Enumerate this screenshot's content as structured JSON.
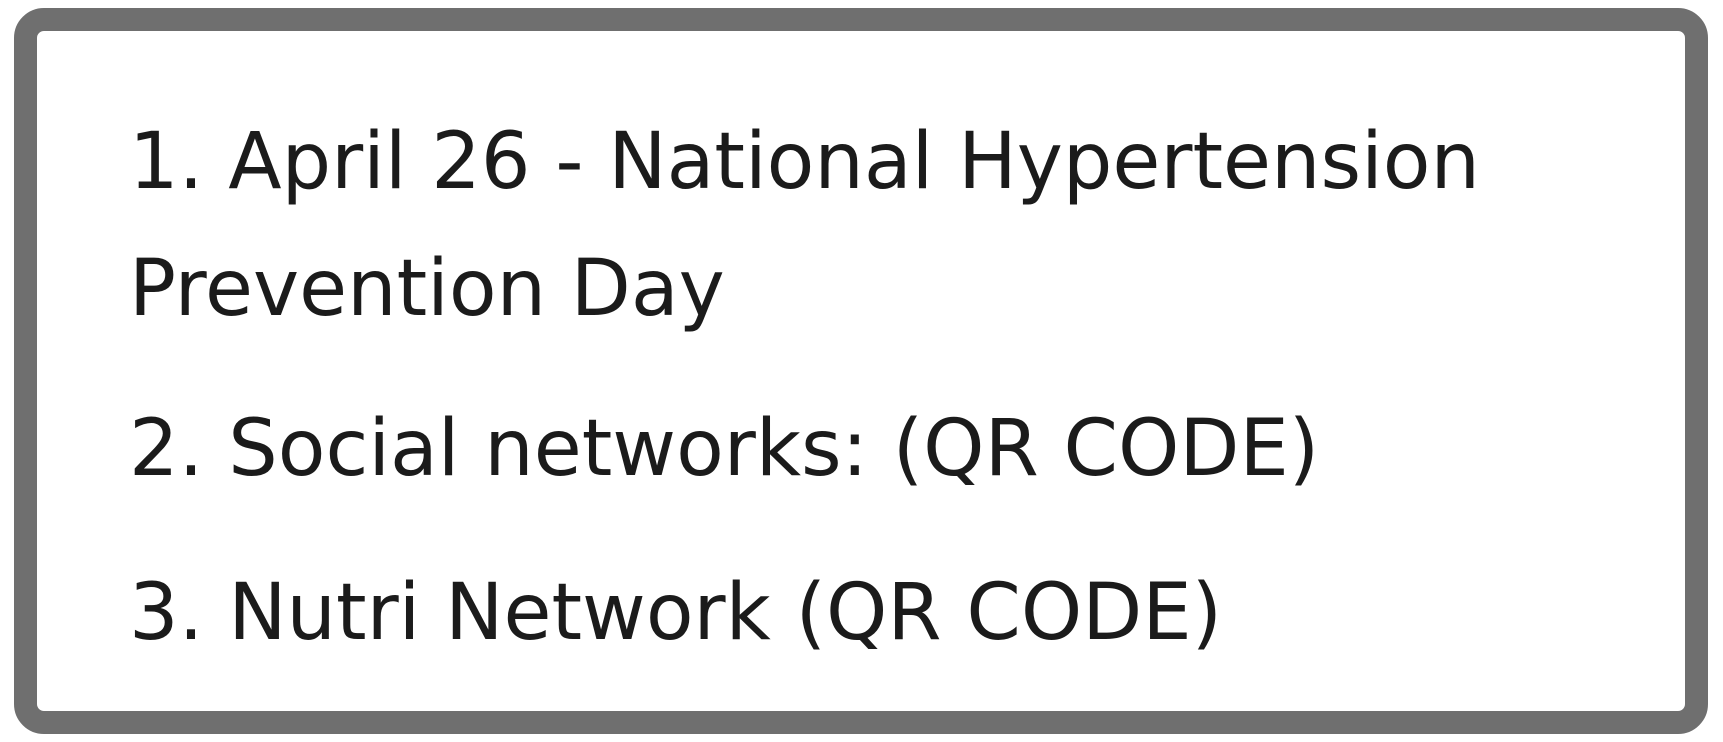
{
  "items": [
    {
      "text": "1. April 26 - National Hypertension Prevention Day"
    },
    {
      "text": "2. Social networks: (QR CODE)"
    },
    {
      "text": "3. Nutri Network (QR CODE)"
    }
  ],
  "colors": {
    "border": "#6f6f6f",
    "text": "#1b1b1b",
    "background": "#ffffff"
  }
}
